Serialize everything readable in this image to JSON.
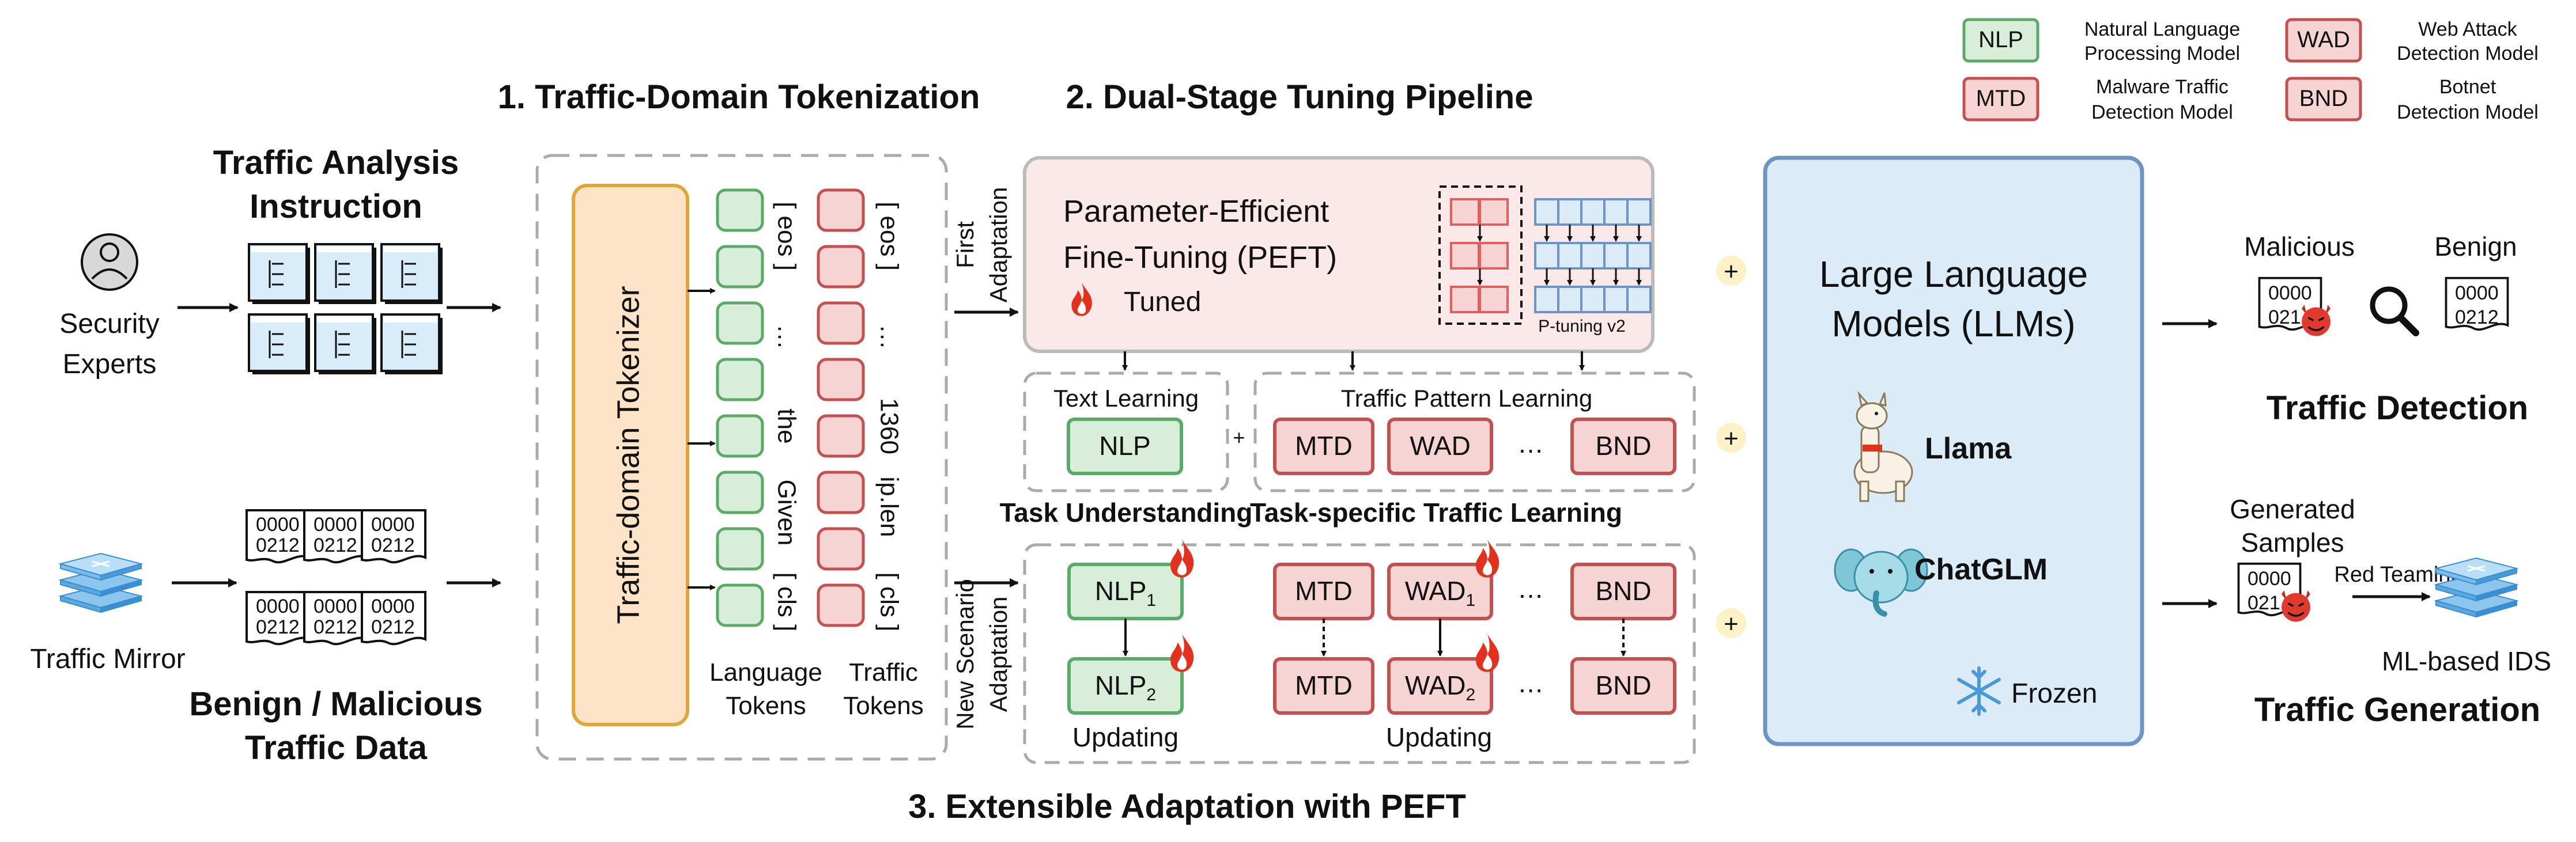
{
  "colors": {
    "nlp_fill": "#d8eedb",
    "nlp_stroke": "#5aaa68",
    "red_fill": "#f7d4d4",
    "red_stroke": "#c45050",
    "peft_fill": "#fbe9e9",
    "llm_fill": "#dcebf8",
    "llm_stroke": "#6d94c4",
    "tokenizer_fill": "#fde4c8",
    "tokenizer_stroke": "#e0a63a",
    "plus_fill": "#fdf1c8",
    "doc_fill": "#d9ecf9",
    "flame": "#e2321d",
    "dashed": "#aaaaaa",
    "ptuning_red": "#e06060",
    "ptuning_blue": "#6d94c4"
  },
  "legend": {
    "nlp": {
      "code": "NLP",
      "desc1": "Natural Language",
      "desc2": "Processing Model"
    },
    "wad": {
      "code": "WAD",
      "desc1": "Web Attack",
      "desc2": "Detection Model"
    },
    "mtd": {
      "code": "MTD",
      "desc1": "Malware Traffic",
      "desc2": "Detection Model"
    },
    "bnd": {
      "code": "BND",
      "desc1": "Botnet",
      "desc2": "Detection Model"
    }
  },
  "inputs": {
    "instruction_title1": "Traffic Analysis",
    "instruction_title2": "Instruction",
    "experts1": "Security",
    "experts2": "Experts",
    "mirror": "Traffic Mirror",
    "data_title1": "Benign / Malicious",
    "data_title2": "Traffic Data",
    "hex1": "0000",
    "hex2": "0212"
  },
  "stage1": {
    "title": "1. Traffic-Domain Tokenization",
    "tokenizer": "Traffic-domain Tokenizer",
    "lang_tokens": [
      "[ cls ]",
      "Given",
      "the",
      "…",
      "[ eos ]"
    ],
    "traffic_tokens": [
      "[ cls ]",
      "ip.len",
      "1360",
      "…",
      "[ eos ]"
    ],
    "lang_label1": "Language",
    "lang_label2": "Tokens",
    "traffic_label1": "Traffic",
    "traffic_label2": "Tokens"
  },
  "stage2": {
    "title": "2. Dual-Stage Tuning Pipeline",
    "first_adapt1": "First",
    "first_adapt2": "Adaptation",
    "peft1": "Parameter-Efficient",
    "peft2": "Fine-Tuning (PEFT)",
    "tuned": "Tuned",
    "ptuning": "P-tuning v2",
    "text_learning": "Text Learning",
    "traffic_pattern": "Traffic Pattern Learning",
    "plus_small": "+",
    "task_understanding": "Task Understanding",
    "task_specific": "Task-specific Traffic Learning",
    "models": {
      "nlp": "NLP",
      "mtd": "MTD",
      "wad": "WAD",
      "bnd": "BND"
    },
    "dots": "…"
  },
  "stage3": {
    "title": "3. Extensible Adaptation with PEFT",
    "new_scenario1": "New Scenario",
    "new_scenario2": "Adaptation",
    "nlp_base": "NLP",
    "sub1": "1",
    "sub2": "2",
    "mtd": "MTD",
    "wad_base": "WAD",
    "bnd": "BND",
    "updating": "Updating",
    "dots": "…"
  },
  "plus": "+",
  "llm": {
    "title1": "Large Language",
    "title2": "Models (LLMs)",
    "llama": "Llama",
    "chatglm": "ChatGLM",
    "frozen": "Frozen"
  },
  "outputs": {
    "malicious": "Malicious",
    "benign": "Benign",
    "hex1": "0000",
    "hex2": "0212",
    "hex2_partial": "021",
    "detection": "Traffic Detection",
    "generated1": "Generated",
    "generated2": "Samples",
    "red_teaming": "Red Teaming",
    "ids": "ML-based IDS",
    "generation": "Traffic Generation"
  }
}
